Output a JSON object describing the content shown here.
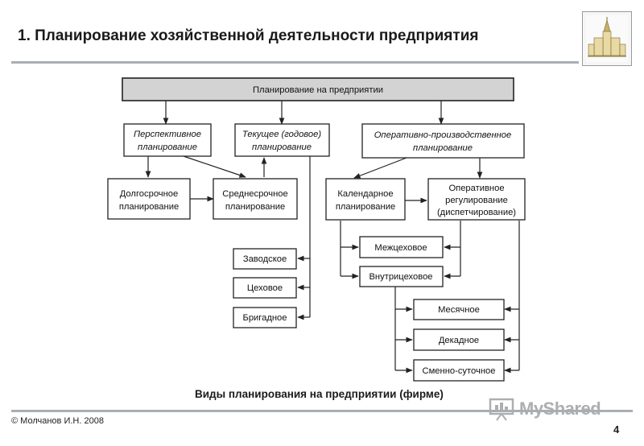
{
  "slide": {
    "title": "1. Планирование хозяйственной деятельности предприятия",
    "copyright": "© Молчанов И.Н. 2008",
    "page_number": "4",
    "watermark": "MyShared"
  },
  "diagram": {
    "root": "Планирование на предприятии",
    "perspective": [
      "Перспективное",
      "планирование"
    ],
    "current": [
      "Текущее (годовое)",
      "планирование"
    ],
    "operational": [
      "Оперативно-производственное",
      "планирование"
    ],
    "long_term": [
      "Долгосрочное",
      "планирование"
    ],
    "mid_term": [
      "Среднесрочное",
      "планирование"
    ],
    "calendar": [
      "Календарное",
      "планирование"
    ],
    "regulation": [
      "Оперативное",
      "регулирование",
      "(диспетчирование)"
    ],
    "plant": "Заводское",
    "shop": "Цеховое",
    "brigade": "Бригадное",
    "inter_shop": "Межцеховое",
    "intra_shop": "Внутрицеховое",
    "monthly": "Месячное",
    "decade": "Декадное",
    "shift_daily": "Сменно-суточное",
    "caption": "Виды планирования на предприятии (фирме)"
  }
}
